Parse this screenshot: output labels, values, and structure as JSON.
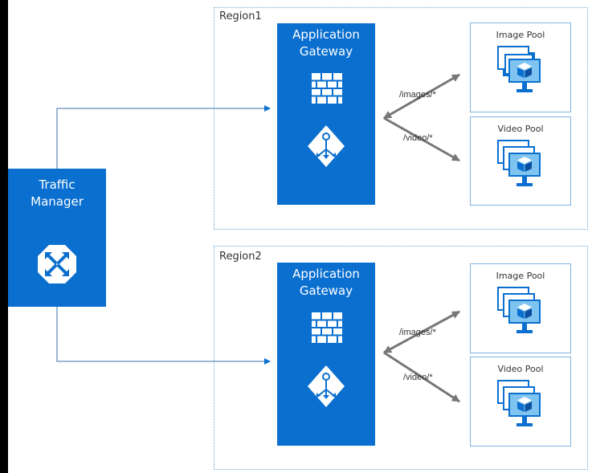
{
  "traffic_manager": {
    "line1": "Traffic",
    "line2": "Manager",
    "icon": "traffic-manager-icon"
  },
  "regions": [
    {
      "label": "Region1",
      "gateway": {
        "line1": "Application",
        "line2": "Gateway"
      },
      "routes": {
        "images": "/images/*",
        "video": "/video/*"
      },
      "pools": {
        "image": "Image Pool",
        "video": "Video Pool"
      }
    },
    {
      "label": "Region2",
      "gateway": {
        "line1": "Application",
        "line2": "Gateway"
      },
      "routes": {
        "images": "/images/*",
        "video": "/video/*"
      },
      "pools": {
        "image": "Image Pool",
        "video": "Video Pool"
      }
    }
  ],
  "colors": {
    "azure_blue": "#0a6fcf",
    "connector": "#7a9fc4",
    "arrow": "#777777",
    "region_border": "#6aa9d6"
  }
}
